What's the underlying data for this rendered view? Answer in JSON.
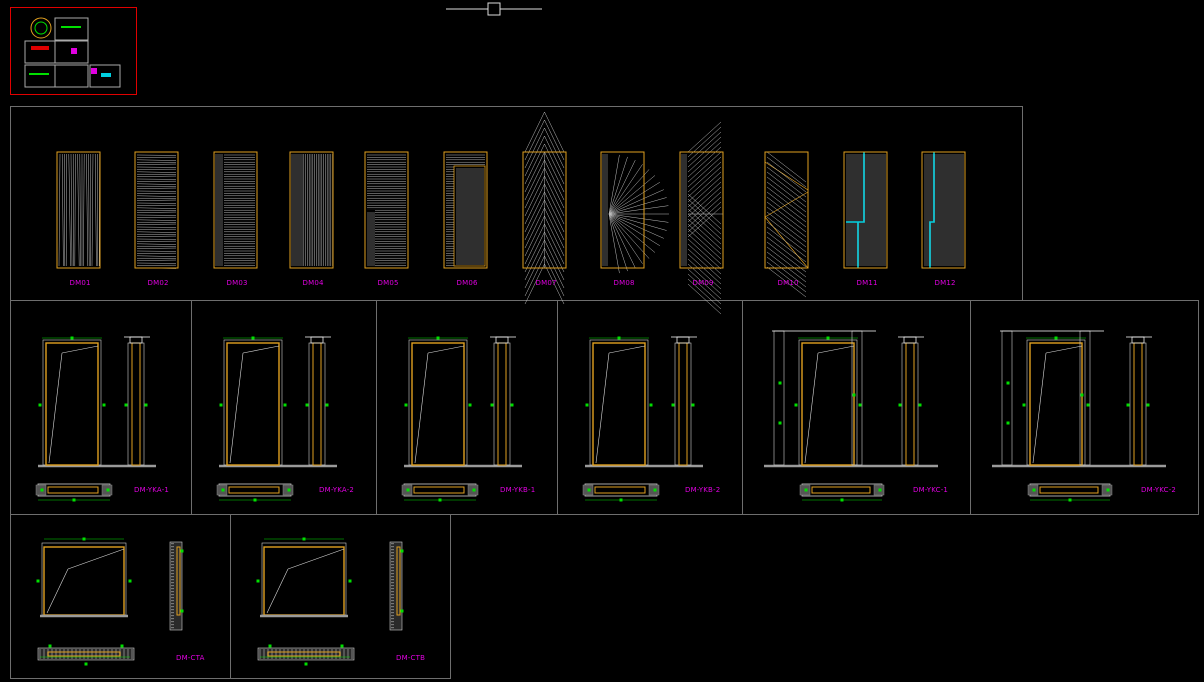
{
  "panel_labels": [
    "DM01",
    "DM02",
    "DM03",
    "DM04",
    "DM05",
    "DM06",
    "DM07",
    "DM08",
    "DM09",
    "DM10",
    "DM11",
    "DM12"
  ],
  "door_labels": [
    "DM-YKA-1",
    "DM-YKA-2",
    "DM-YKB-1",
    "DM-YKB-2",
    "DM-YKC-1",
    "DM-YKC-2"
  ],
  "bottom_labels": [
    "DM-CTA",
    "DM-CTB"
  ],
  "colors": {
    "background": "#000000",
    "frame": "#6e6e6e",
    "door_outline": "#e0a020",
    "line": "#d0d0d0",
    "dimension": "#00e000",
    "label": "#e000e0",
    "accent_cyan": "#00d0e0",
    "overview_border": "#e00000"
  }
}
